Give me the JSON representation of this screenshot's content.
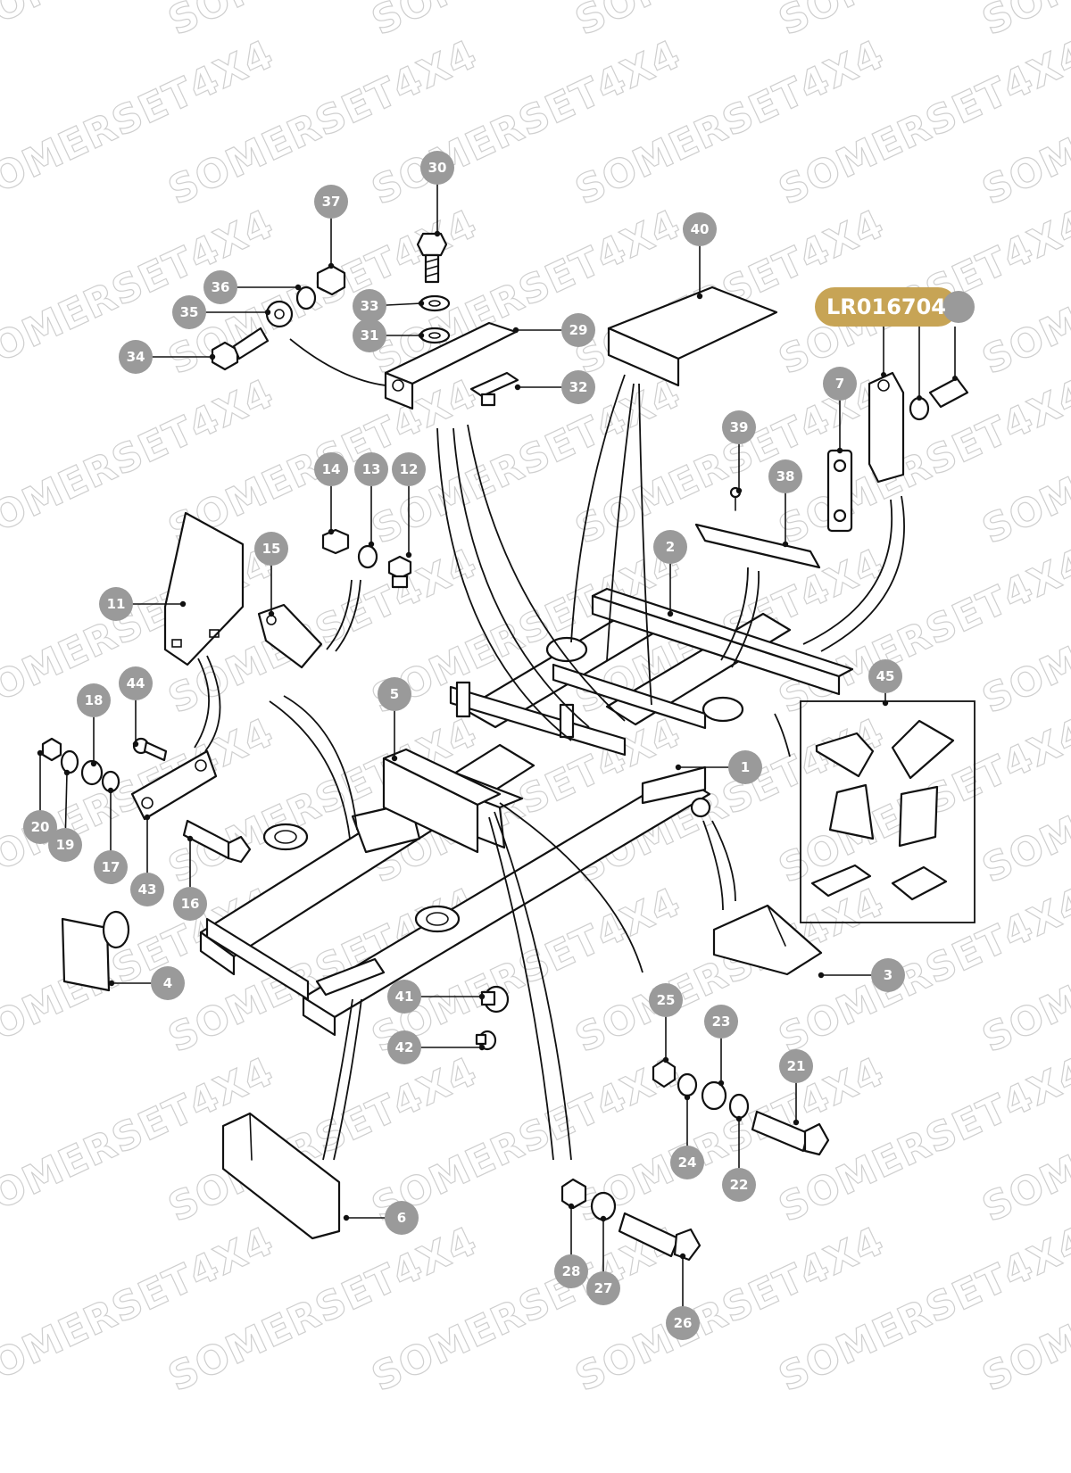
{
  "watermark": "SOMERSET4X4",
  "highlight": {
    "part_number": "LR016704"
  },
  "callouts": [
    "1",
    "2",
    "3",
    "4",
    "5",
    "6",
    "7",
    "11",
    "12",
    "13",
    "14",
    "15",
    "16",
    "17",
    "18",
    "19",
    "20",
    "21",
    "22",
    "23",
    "24",
    "25",
    "26",
    "27",
    "28",
    "29",
    "30",
    "31",
    "32",
    "33",
    "34",
    "35",
    "36",
    "37",
    "38",
    "39",
    "40",
    "41",
    "42",
    "43",
    "44",
    "45"
  ],
  "colors": {
    "callout": "#9a9a9a",
    "highlight": "#c7a455",
    "line": "#111111",
    "watermark": "#cfcfcf"
  }
}
